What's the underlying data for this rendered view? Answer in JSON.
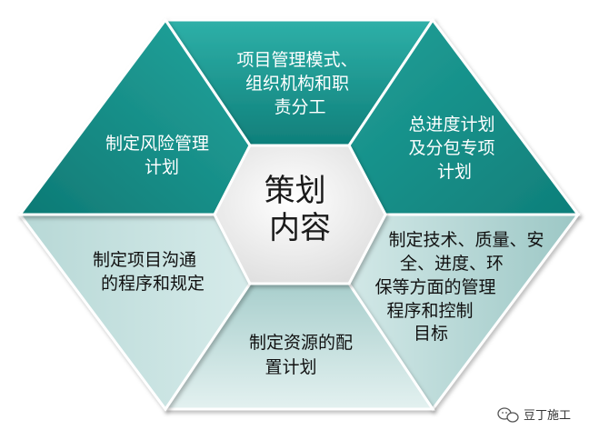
{
  "center": {
    "lines": [
      "策划",
      "内容"
    ]
  },
  "segments": [
    {
      "id": "top",
      "lines": [
        "项目管理模式、",
        "组织机构和职",
        "责分工"
      ]
    },
    {
      "id": "upper-right",
      "lines": [
        "总进度计划",
        "及分包专项",
        "计划"
      ]
    },
    {
      "id": "lower-right",
      "lines": [
        "制定技术、质量、安",
        "全、进度、环",
        "保等方面的管理",
        "程序和控制",
        "目标"
      ]
    },
    {
      "id": "bottom",
      "lines": [
        "制定资源的配",
        "置计划"
      ]
    },
    {
      "id": "lower-left",
      "lines": [
        "制定项目沟通",
        "的程序和规定"
      ]
    },
    {
      "id": "upper-left",
      "lines": [
        "制定风险管理",
        "计划"
      ]
    }
  ],
  "watermark": {
    "text": "豆丁施工"
  },
  "colors": {
    "dark_teal": "#138c86",
    "dark_teal_light": "#2eb0a8",
    "light_teal": "#c9e3e2",
    "light_teal_dark": "#8fbcbb",
    "text_on_dark": "#ffffff",
    "text_on_light": "#111111",
    "center_fill": "#f3f3f3"
  }
}
